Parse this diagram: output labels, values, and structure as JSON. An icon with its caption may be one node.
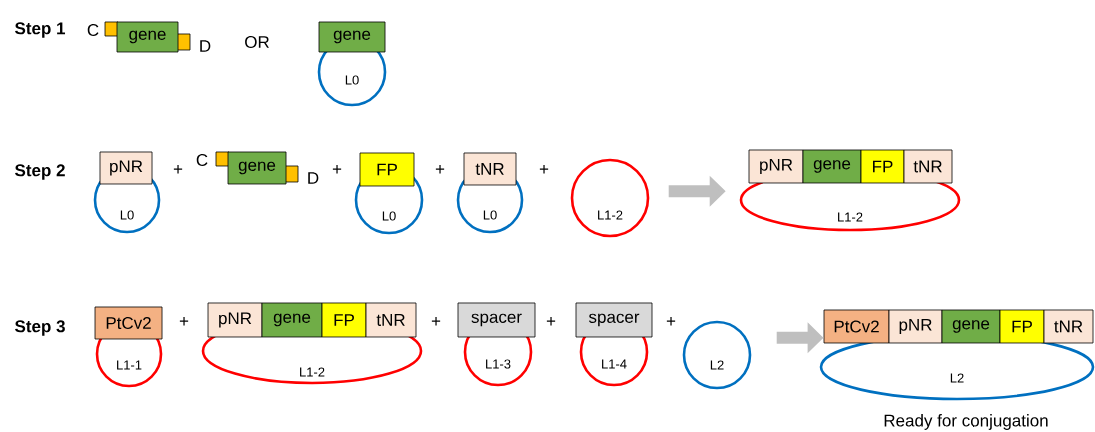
{
  "diagram": {
    "nodes": [
      {
        "text": [
          "gene"
        ]
      },
      {
        "text": [
          "gene"
        ]
      },
      {
        "text": [
          "L0"
        ]
      },
      {
        "text": [
          "pNR"
        ]
      },
      {
        "text": [
          "L0"
        ]
      },
      {
        "text": [
          "gene"
        ]
      },
      {
        "text": [
          "FP"
        ]
      },
      {
        "text": [
          "L0"
        ]
      },
      {
        "text": [
          "tNR"
        ]
      },
      {
        "text": [
          "L0"
        ]
      },
      {
        "text": [
          "L1-2"
        ]
      },
      {
        "text": [
          "pNR"
        ]
      },
      {
        "text": [
          "gene"
        ]
      },
      {
        "text": [
          "FP"
        ]
      },
      {
        "text": [
          "tNR"
        ]
      },
      {
        "text": [
          "L1-2"
        ]
      },
      {
        "text": [
          "PtCv2"
        ]
      },
      {
        "text": [
          "L1-1"
        ]
      },
      {
        "text": [
          "pNR"
        ]
      },
      {
        "text": [
          "gene"
        ]
      },
      {
        "text": [
          "FP"
        ]
      },
      {
        "text": [
          "tNR"
        ]
      },
      {
        "text": [
          "L1-2"
        ]
      },
      {
        "text": [
          "spacer"
        ]
      },
      {
        "text": [
          "L1-3"
        ]
      },
      {
        "text": [
          "spacer"
        ]
      },
      {
        "text": [
          "L1-4"
        ]
      },
      {
        "text": [
          "L2"
        ]
      },
      {
        "text": [
          "PtCv2"
        ]
      },
      {
        "text": [
          "pNR"
        ]
      },
      {
        "text": [
          "gene"
        ]
      },
      {
        "text": [
          "FP"
        ]
      },
      {
        "text": [
          "tNR"
        ]
      },
      {
        "text": [
          "L2"
        ],
        "beside": [
          "Ready for conjugation"
        ]
      }
    ],
    "edges": [
      {
        "from": 10,
        "to": 15,
        "arrow": "to"
      },
      {
        "from": 27,
        "to": 28,
        "arrow": "to"
      }
    ],
    "labels": [
      "Step 1",
      "C",
      "D",
      "OR",
      "Step 2",
      "+",
      "C",
      "D",
      "+",
      "+",
      "+",
      "Step 3",
      "+",
      "+",
      "+",
      "+"
    ]
  }
}
